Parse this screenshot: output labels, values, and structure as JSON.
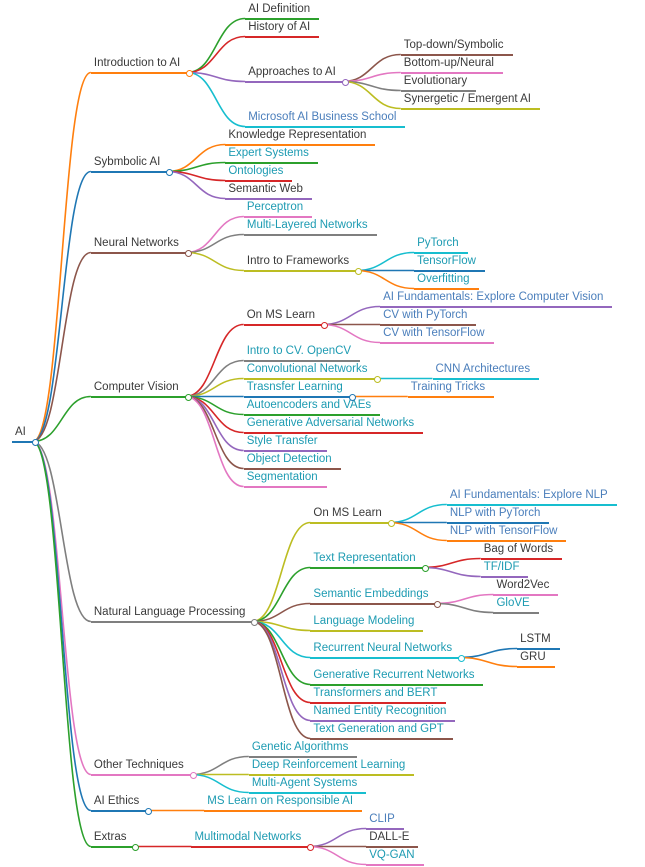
{
  "app": {
    "background": "#ffffff",
    "text_color": "#3a3a3a"
  },
  "palette": {
    "link_teal": "#1d9bb2",
    "link_blue": "#4a7ebb"
  },
  "mindmap": {
    "label": "AI",
    "color": "#1f77b4",
    "link": null,
    "children": [
      {
        "label": "Introduction to AI",
        "color": "#ff7f0e",
        "link": null,
        "children": [
          {
            "label": "AI Definition",
            "color": "#2ca02c",
            "link": null,
            "children": []
          },
          {
            "label": "History of AI",
            "color": "#d62728",
            "link": null,
            "children": []
          },
          {
            "label": "Approaches to AI",
            "color": "#9467bd",
            "link": null,
            "children": [
              {
                "label": "Top-down/Symbolic",
                "color": "#8c564b",
                "link": null,
                "children": []
              },
              {
                "label": "Bottom-up/Neural",
                "color": "#e377c2",
                "link": null,
                "children": []
              },
              {
                "label": "Evolutionary",
                "color": "#7f7f7f",
                "link": null,
                "children": []
              },
              {
                "label": "Synergetic / Emergent AI",
                "color": "#bcbd22",
                "link": null,
                "children": []
              }
            ]
          },
          {
            "label": "Microsoft AI Business School",
            "color": "#17becf",
            "link": "blue",
            "children": []
          }
        ]
      },
      {
        "label": "Sybmbolic AI",
        "color": "#1f77b4",
        "link": null,
        "children": [
          {
            "label": "Knowledge Representation",
            "color": "#ff7f0e",
            "link": null,
            "children": []
          },
          {
            "label": "Expert Systems",
            "color": "#2ca02c",
            "link": "teal",
            "children": []
          },
          {
            "label": "Ontologies",
            "color": "#d62728",
            "link": "teal",
            "children": []
          },
          {
            "label": "Semantic Web",
            "color": "#9467bd",
            "link": null,
            "children": []
          }
        ]
      },
      {
        "label": "Neural Networks",
        "color": "#8c564b",
        "link": null,
        "children": [
          {
            "label": "Perceptron",
            "color": "#e377c2",
            "link": "teal",
            "children": []
          },
          {
            "label": "Multi-Layered Networks",
            "color": "#7f7f7f",
            "link": "teal",
            "children": []
          },
          {
            "label": "Intro to Frameworks",
            "color": "#bcbd22",
            "link": null,
            "children": [
              {
                "label": "PyTorch",
                "color": "#17becf",
                "link": "teal",
                "children": []
              },
              {
                "label": "TensorFlow",
                "color": "#1f77b4",
                "link": "teal",
                "children": []
              },
              {
                "label": "Overfitting",
                "color": "#ff7f0e",
                "link": "teal",
                "children": []
              }
            ]
          }
        ]
      },
      {
        "label": "Computer Vision",
        "color": "#2ca02c",
        "link": null,
        "children": [
          {
            "label": "On MS Learn",
            "color": "#d62728",
            "link": null,
            "children": [
              {
                "label": "AI Fundamentals: Explore Computer Vision",
                "color": "#9467bd",
                "link": "blue",
                "children": []
              },
              {
                "label": "CV with PyTorch",
                "color": "#8c564b",
                "link": "blue",
                "children": []
              },
              {
                "label": "CV with TensorFlow",
                "color": "#e377c2",
                "link": "blue",
                "children": []
              }
            ]
          },
          {
            "label": "Intro to CV. OpenCV",
            "color": "#7f7f7f",
            "link": "teal",
            "children": []
          },
          {
            "label": "Convolutional Networks",
            "color": "#bcbd22",
            "link": "teal",
            "children": [
              {
                "label": "CNN Architectures",
                "color": "#17becf",
                "link": "blue",
                "children": []
              }
            ]
          },
          {
            "label": "Trasnsfer Learning",
            "color": "#1f77b4",
            "link": "teal",
            "children": [
              {
                "label": "Training Tricks",
                "color": "#ff7f0e",
                "link": "blue",
                "children": []
              }
            ]
          },
          {
            "label": "Autoencoders and VAEs",
            "color": "#2ca02c",
            "link": "teal",
            "children": []
          },
          {
            "label": "Generative Adversarial Networks",
            "color": "#d62728",
            "link": "teal",
            "children": []
          },
          {
            "label": "Style Transfer",
            "color": "#9467bd",
            "link": "teal",
            "children": []
          },
          {
            "label": "Object Detection",
            "color": "#8c564b",
            "link": "teal",
            "children": []
          },
          {
            "label": "Segmentation",
            "color": "#e377c2",
            "link": "teal",
            "children": []
          }
        ]
      },
      {
        "label": "Natural Language Processing",
        "color": "#7f7f7f",
        "link": null,
        "children": [
          {
            "label": "On MS Learn",
            "color": "#bcbd22",
            "link": null,
            "children": [
              {
                "label": "AI Fundamentals: Explore NLP",
                "color": "#17becf",
                "link": "blue",
                "children": []
              },
              {
                "label": "NLP with PyTorch",
                "color": "#1f77b4",
                "link": "blue",
                "children": []
              },
              {
                "label": "NLP with TensorFlow",
                "color": "#ff7f0e",
                "link": "blue",
                "children": []
              }
            ]
          },
          {
            "label": "Text Representation",
            "color": "#2ca02c",
            "link": "teal",
            "children": [
              {
                "label": "Bag of Words",
                "color": "#d62728",
                "link": null,
                "children": []
              },
              {
                "label": "TF/IDF",
                "color": "#9467bd",
                "link": "teal",
                "children": []
              }
            ]
          },
          {
            "label": "Semantic Embeddings",
            "color": "#8c564b",
            "link": "teal",
            "children": [
              {
                "label": "Word2Vec",
                "color": "#e377c2",
                "link": null,
                "children": []
              },
              {
                "label": "GloVE",
                "color": "#7f7f7f",
                "link": "teal",
                "children": []
              }
            ]
          },
          {
            "label": "Language Modeling",
            "color": "#bcbd22",
            "link": "teal",
            "children": []
          },
          {
            "label": "Recurrent Neural Networks",
            "color": "#17becf",
            "link": "teal",
            "children": [
              {
                "label": "LSTM",
                "color": "#1f77b4",
                "link": null,
                "children": []
              },
              {
                "label": "GRU",
                "color": "#ff7f0e",
                "link": null,
                "children": []
              }
            ]
          },
          {
            "label": "Generative Recurrent Networks",
            "color": "#2ca02c",
            "link": "teal",
            "children": []
          },
          {
            "label": "Transformers and BERT",
            "color": "#d62728",
            "link": "teal",
            "children": []
          },
          {
            "label": "Named Entity Recognition",
            "color": "#9467bd",
            "link": "teal",
            "children": []
          },
          {
            "label": "Text Generation and GPT",
            "color": "#8c564b",
            "link": "teal",
            "children": []
          }
        ]
      },
      {
        "label": "Other Techniques",
        "color": "#e377c2",
        "link": null,
        "children": [
          {
            "label": "Genetic Algorithms",
            "color": "#7f7f7f",
            "link": "teal",
            "children": []
          },
          {
            "label": "Deep Reinforcement Learning",
            "color": "#bcbd22",
            "link": "teal",
            "children": []
          },
          {
            "label": "Multi-Agent Systems",
            "color": "#17becf",
            "link": "teal",
            "children": []
          }
        ]
      },
      {
        "label": "AI Ethics",
        "color": "#1f77b4",
        "link": null,
        "children": [
          {
            "label": "MS Learn on Responsible AI",
            "color": "#ff7f0e",
            "link": "teal",
            "children": []
          }
        ]
      },
      {
        "label": "Extras",
        "color": "#2ca02c",
        "link": null,
        "children": [
          {
            "label": "Multimodal Networks",
            "color": "#d62728",
            "link": "teal",
            "children": [
              {
                "label": "CLIP",
                "color": "#9467bd",
                "link": "blue",
                "children": []
              },
              {
                "label": "DALL-E",
                "color": "#8c564b",
                "link": null,
                "children": []
              },
              {
                "label": "VQ-GAN",
                "color": "#e377c2",
                "link": "teal",
                "children": []
              }
            ]
          }
        ]
      }
    ]
  }
}
